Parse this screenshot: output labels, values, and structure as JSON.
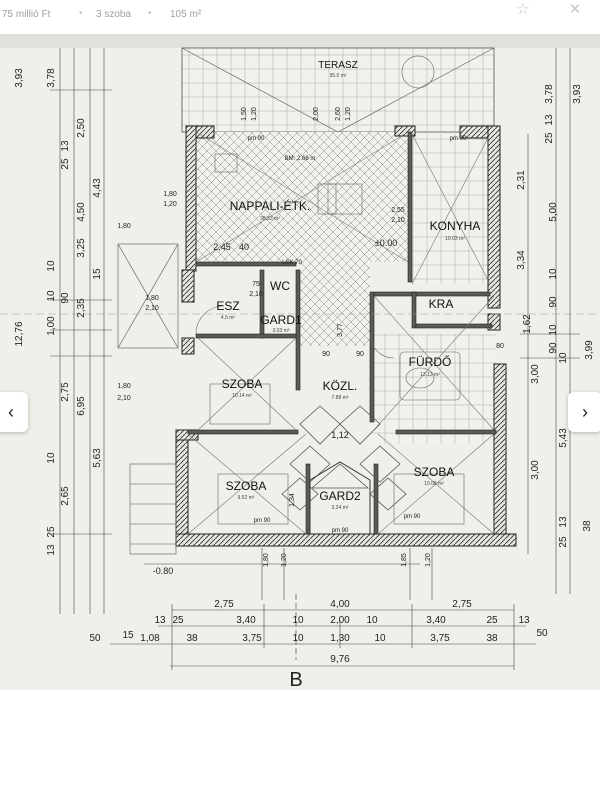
{
  "listing": {
    "price": "75 millió Ft",
    "rooms": "3 szoba",
    "area": "105 m²",
    "separator": "•"
  },
  "icons": {
    "favorite": "star-icon",
    "close": "close-icon",
    "prev": "chevron-left-icon",
    "next": "chevron-right-icon"
  },
  "gallery": {
    "prev_label": "‹",
    "next_label": "›"
  },
  "plan": {
    "section_marker": "B",
    "rooms": {
      "terasz": "TERASZ",
      "terasz_area": "35.0 m²",
      "nappali": "NAPPALI-ÉTK.",
      "nappali_area": "38.53 m²",
      "konyha": "KONYHA",
      "konyha_area": "10.03 m²",
      "esz": "ESZ",
      "esz_area": "4.5 m²",
      "wc": "WC",
      "gard1": "GARD1",
      "gard1_area": "3.03 m²",
      "kra": "KRA",
      "furdo": "FÜRDŐ",
      "furdo_area": "13.13 m²",
      "szoba_left": "SZOBA",
      "szoba_left_area": "10.14 m²",
      "kozl": "KÖZL.",
      "kozl_area": "7.88 m²",
      "szoba_bl": "SZOBA",
      "szoba_bl_area": "9.52 m²",
      "gard2": "GARD2",
      "gard2_area": "3.24 m²",
      "szoba_br": "SZOBA",
      "szoba_br_area": "10.08 m²"
    },
    "levels": {
      "floor": "±0.00",
      "ground": "-0.80",
      "bm": "BM: 2.66 m",
      "pm_left": "pm 90",
      "pm_mid": "pm 90",
      "pm_right": "pm 90",
      "pm_top1": "pm 90",
      "pm_top2": "pm 90",
      "lsk": "LSK 70"
    },
    "dims_bottom": {
      "row1": [
        "2,75",
        "4,00",
        "2,75"
      ],
      "row2": [
        "13",
        "25",
        "3,40",
        "10",
        "2,00",
        "10",
        "3,40",
        "25",
        "13"
      ],
      "row3": [
        "50",
        "15",
        "1,08",
        "38",
        "3,75",
        "10",
        "1,30",
        "10",
        "3,75",
        "38",
        "50"
      ],
      "total": "9,76"
    },
    "dims_left_outer": [
      "3,93",
      "12,76"
    ],
    "dims_left": [
      "3,78",
      "25",
      "13",
      "4,50",
      "10",
      "3,25",
      "15",
      "2,35",
      "10",
      "90",
      "1,00",
      "2,75",
      "10",
      "2,65",
      "25",
      "13",
      "6,95",
      "5,63",
      "4,43",
      "2,50"
    ],
    "dims_right": [
      "3,78",
      "3,93",
      "25",
      "13",
      "2,31",
      "5,00",
      "3,34",
      "10",
      "90",
      "1,62",
      "10",
      "90",
      "3,00",
      "5,43",
      "3,00",
      "25",
      "13",
      "38",
      "10",
      "3,99"
    ],
    "dims_inner": [
      "1,80",
      "1,20",
      "2,45",
      "40",
      "1,80",
      "2,10",
      "1,80",
      "2,10",
      "75",
      "2,10",
      "3,77",
      "90",
      "1,12",
      "1,34",
      "1,20",
      "1,80",
      "2,00",
      "2,55",
      "2,10",
      "1,50",
      "1,20",
      "2,60",
      "1,20",
      "1,80",
      "90",
      "80",
      "1,85",
      "1,20"
    ]
  }
}
